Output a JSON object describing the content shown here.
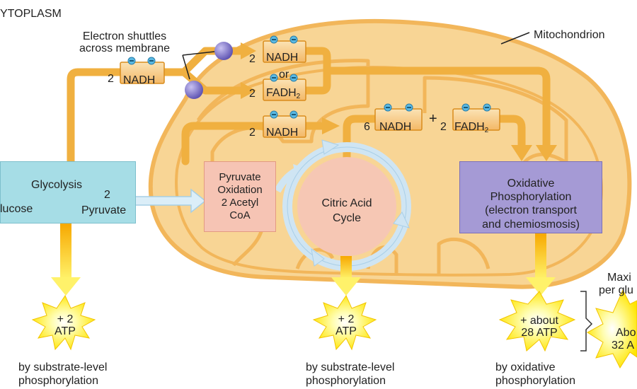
{
  "region_label": "YTOPLASM",
  "mitochondrion_label": "Mitochondrion",
  "shuttle_label": [
    "Electron shuttles",
    "across membrane"
  ],
  "shuttle_nadh": {
    "count": "2",
    "label": "NADH"
  },
  "mito_nadh": {
    "count": "2",
    "label": "NADH"
  },
  "or_label": "or",
  "mito_fadh2": {
    "count": "2",
    "label": "FADH",
    "sub": "2"
  },
  "pyruvate_nadh": {
    "count": "2",
    "label": "NADH"
  },
  "cycle_nadh": {
    "count": "6",
    "label": "NADH"
  },
  "plus_sign": "+",
  "cycle_fadh2": {
    "count": "2",
    "label": "FADH",
    "sub": "2"
  },
  "glycolysis_box": {
    "title": "Glycolysis",
    "input": "lucose",
    "output_count": "2",
    "output": "Pyruvate"
  },
  "pyruvate_box": {
    "lines": [
      "Pyruvate",
      "Oxidation",
      "2 Acetyl",
      "CoA"
    ]
  },
  "cycle_label": [
    "Citric Acid",
    "Cycle"
  ],
  "oxphos_box": {
    "lines": [
      "Oxidative",
      "Phosphorylation",
      "(electron transport",
      "and chemiosmosis)"
    ]
  },
  "atp_glycolysis": {
    "amount": "+ 2",
    "unit": "ATP",
    "note": [
      "by substrate-level",
      "phosphorylation"
    ]
  },
  "atp_cycle": {
    "amount": "+ 2",
    "unit": "ATP",
    "note": [
      "by substrate-level",
      "phosphorylation"
    ]
  },
  "atp_oxphos": {
    "amount": "+ about",
    "unit": "28 ATP",
    "note": [
      "by oxidative",
      "phosphorylation"
    ]
  },
  "max_label": [
    "Maxi",
    "per glu"
  ],
  "total_atp": [
    "Abo",
    "32 A"
  ],
  "colors": {
    "mitochondrion": "#f8d595",
    "membrane": "#f2b65a",
    "arrow": "#f0b040",
    "glycolysis_box": "#a6dde6",
    "pyruvate_box": "#f6c4b4",
    "oxphos_box": "#a59ad5",
    "cycle_circle": "#f6c7b4",
    "cycle_ring": "#cfe5f3",
    "atp_star": "#fff200",
    "electron": "#5ab9e3",
    "shuttle_sphere": "#7a6fc4"
  }
}
